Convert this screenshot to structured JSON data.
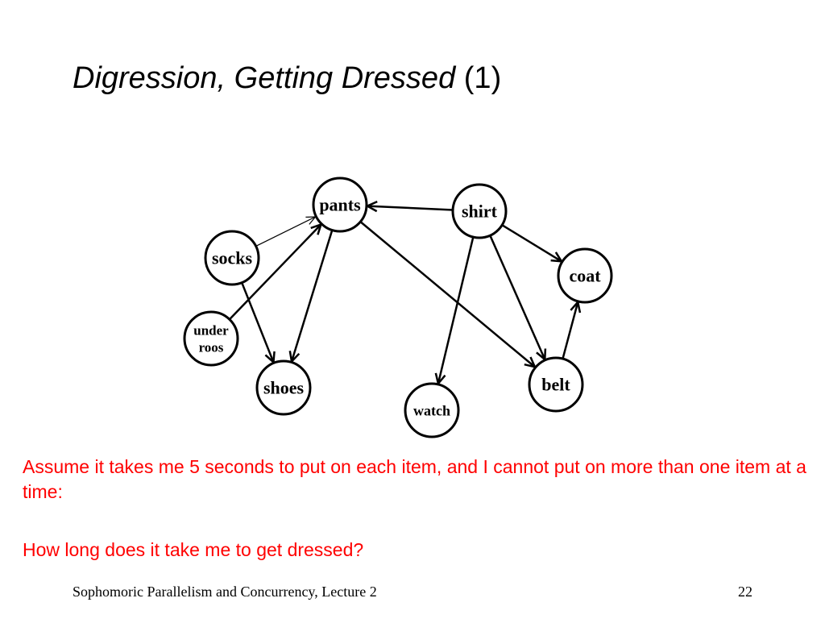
{
  "title": {
    "main": "Digression, Getting Dressed",
    "suffix": "(1)"
  },
  "nodes": [
    {
      "id": "pants",
      "lines": [
        "pants"
      ]
    },
    {
      "id": "shirt",
      "lines": [
        "shirt"
      ]
    },
    {
      "id": "socks",
      "lines": [
        "socks"
      ]
    },
    {
      "id": "coat",
      "lines": [
        "coat"
      ]
    },
    {
      "id": "underroos",
      "lines": [
        "under",
        "roos"
      ]
    },
    {
      "id": "shoes",
      "lines": [
        "shoes"
      ]
    },
    {
      "id": "belt",
      "lines": [
        "belt"
      ]
    },
    {
      "id": "watch",
      "lines": [
        "watch"
      ]
    }
  ],
  "edges": [
    {
      "from": "shirt",
      "to": "pants"
    },
    {
      "from": "socks",
      "to": "pants",
      "style": "thin"
    },
    {
      "from": "underroos",
      "to": "pants"
    },
    {
      "from": "socks",
      "to": "shoes"
    },
    {
      "from": "pants",
      "to": "shoes"
    },
    {
      "from": "pants",
      "to": "belt"
    },
    {
      "from": "shirt",
      "to": "coat"
    },
    {
      "from": "shirt",
      "to": "watch"
    },
    {
      "from": "shirt",
      "to": "belt"
    },
    {
      "from": "belt",
      "to": "coat"
    }
  ],
  "body": {
    "paragraph1": "Assume it takes me 5 seconds to put on each item, and I cannot put on more than one item at a time:",
    "paragraph2": "How long does it take me to get dressed?"
  },
  "footer": {
    "course": "Sophomoric Parallelism and Concurrency, Lecture 2",
    "page": "22"
  },
  "colors": {
    "body_text": "#ff0000",
    "stroke": "#000000",
    "background": "#ffffff"
  }
}
